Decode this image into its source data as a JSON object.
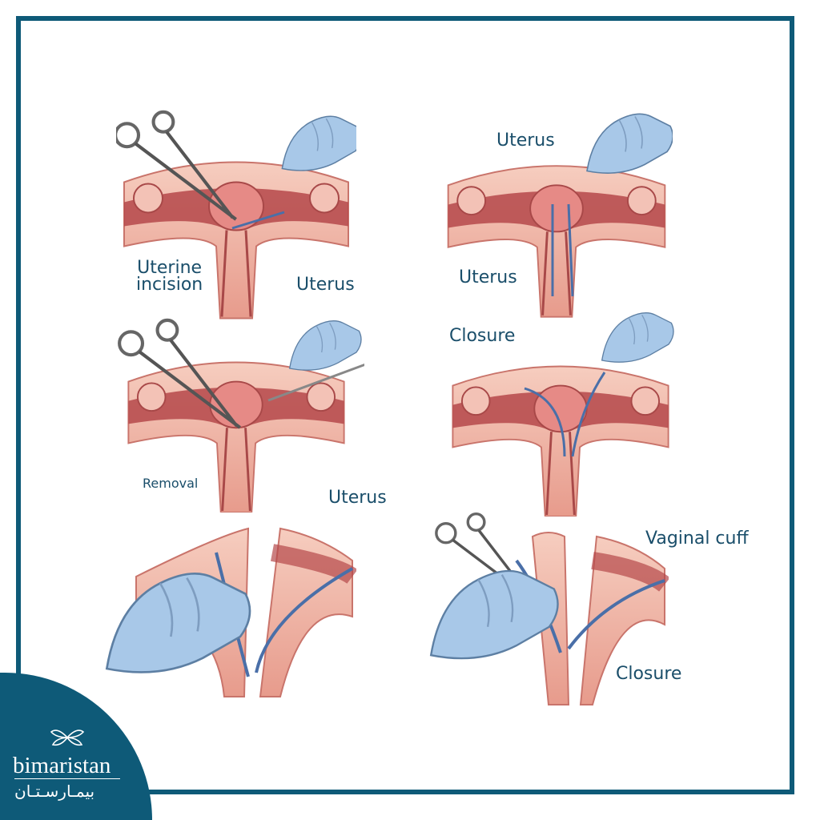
{
  "labels": {
    "uterine_incision": "Uterine\nincision",
    "uterus": "Uterus",
    "removal": "Removal",
    "closure": "Closure",
    "vaginal_cuff": "Vaginal cuff"
  },
  "brand": {
    "name": "bimaristan",
    "arabic": "بيمـارسـتـان"
  },
  "colors": {
    "frame": "#0e5a78",
    "label": "#1a4e6a",
    "tissue_dark": "#b5484a",
    "tissue_light": "#f2b8a8",
    "glove": "#a8c8e8",
    "suture": "#4a6fa8"
  }
}
